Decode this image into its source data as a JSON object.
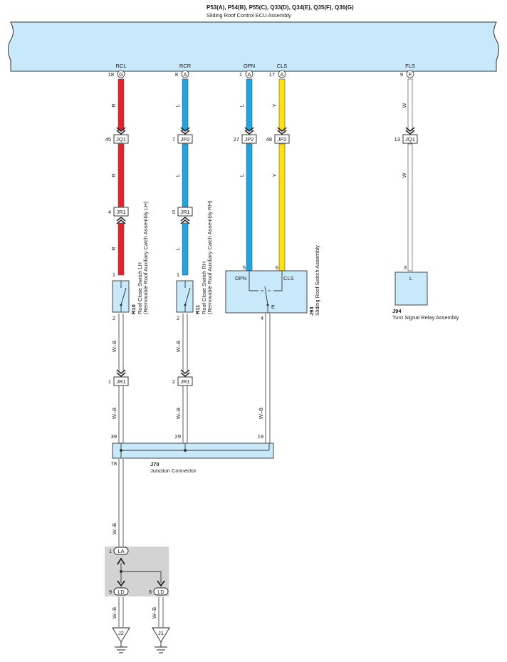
{
  "ecu": {
    "codes": "P53(A), P54(B), P55(C), Q33(D), Q34(E), Q35(F), Q36(G)",
    "name": "Sliding Roof Control ECU Assembly"
  },
  "ecu_terminals": [
    {
      "label": "RCL",
      "pin": "18",
      "conn": "G"
    },
    {
      "label": "RCR",
      "pin": "8",
      "conn": "A"
    },
    {
      "label": "OPN",
      "pin": "1",
      "conn": "A"
    },
    {
      "label": "CLS",
      "pin": "17",
      "conn": "A"
    },
    {
      "label": "FLS",
      "pin": "9",
      "conn": "F"
    }
  ],
  "wire_colors": {
    "red": "#e8202a",
    "blue": "#1ba7e3",
    "yellow": "#ffe200",
    "white": "#ffffff",
    "box": "#c8e9f9",
    "splice": "#d3d3d3"
  },
  "wires": {
    "R": "R",
    "L": "L",
    "Y": "Y",
    "W": "W",
    "WB": "W–B"
  },
  "joints": {
    "rcl_jq1": {
      "pin": "45",
      "name": "JQ1"
    },
    "rcr_jp2": {
      "pin": "7",
      "name": "JP2"
    },
    "opn_jp2": {
      "pin": "27",
      "name": "JP2"
    },
    "cls_jp2": {
      "pin": "48",
      "name": "JP2"
    },
    "fls_jq1": {
      "pin": "13",
      "name": "JQ1"
    },
    "rcl_jr1": {
      "pin": "4",
      "name": "JR1"
    },
    "rcr_jr1": {
      "pin": "5",
      "name": "JR1"
    },
    "rcl_jr1_low": {
      "pin": "1",
      "name": "JR1"
    },
    "rcr_jr1_low": {
      "pin": "2",
      "name": "JR1"
    }
  },
  "r10": {
    "code": "R10",
    "name": "Roof Close Switch LH",
    "sub": "(Removable Roof Auxiliary Catch Assembly LH)",
    "pin_top": "1",
    "pin_bottom": "2"
  },
  "r11": {
    "code": "R11",
    "name": "Roof Close Switch RH",
    "sub": "(Removable Roof Auxiliary Catch Assembly RH)",
    "pin_top": "1",
    "pin_bottom": "2"
  },
  "j93": {
    "code": "J93",
    "name": "Sliding Roof Switch Assembly",
    "pin_opn": "5",
    "pin_cls": "6",
    "pin_e": "4",
    "label_opn": "OPN",
    "label_cls": "CLS",
    "label_e": "E"
  },
  "j94": {
    "code": "J94",
    "name": "Turn Signal Relay Assembly",
    "pin": "3",
    "label": "L"
  },
  "j70": {
    "code": "J70",
    "name": "Junction Connector",
    "pin_a": "39",
    "pin_b": "29",
    "pin_c": "19",
    "pin_out": "78"
  },
  "splice": {
    "pin_in": "1",
    "name_in": "LA",
    "pin_out_a": "9",
    "name_out_a": "LD",
    "pin_out_b": "8",
    "name_out_b": "LD"
  },
  "grounds": {
    "g1": "J2",
    "g2": "J1"
  }
}
